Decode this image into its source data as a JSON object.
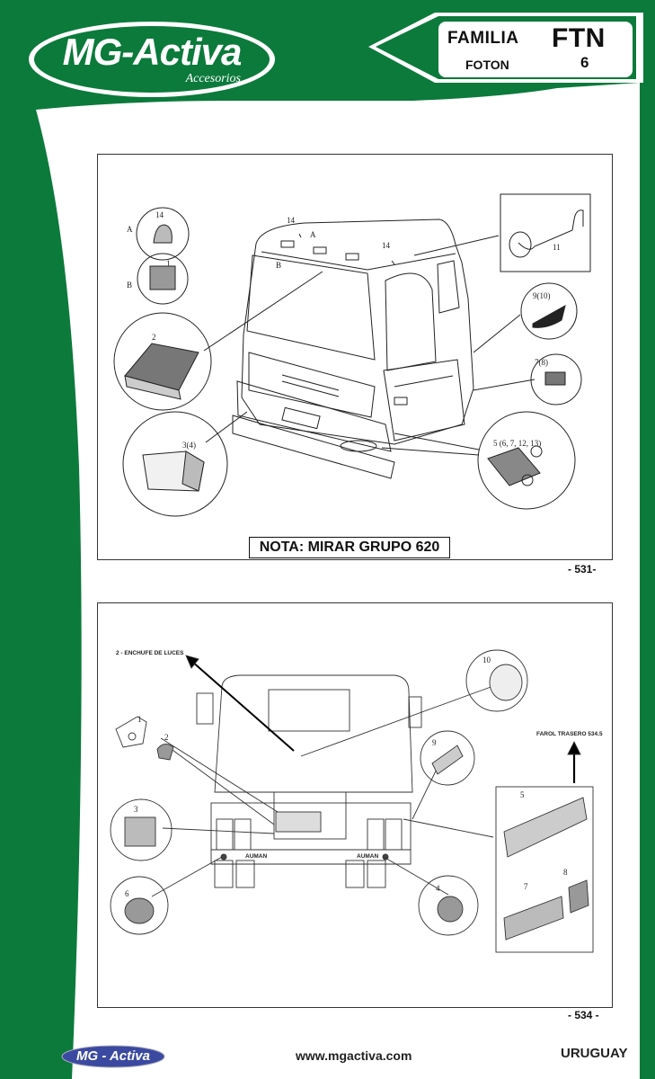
{
  "brand": {
    "logo_text": "MG-Activa",
    "logo_subtext": "Accesorios",
    "green": "#0b7a3b"
  },
  "header": {
    "familia_label": "FAMILIA",
    "brand_label": "FOTON",
    "model_label": "FTN",
    "model_number": "6"
  },
  "diagram_531": {
    "note": "NOTA: MIRAR GRUPO 620",
    "page_label": "- 531-",
    "callouts": [
      "14",
      "A",
      "1",
      "B",
      "2",
      "3(4)",
      "14",
      "A",
      "B",
      "14",
      "11",
      "9(10)",
      "7(8)",
      "5 (6, 7, 12, 13)"
    ]
  },
  "diagram_534": {
    "page_label": "- 534 -",
    "enchufe_label": "2 - ENCHUFE DE LUCES",
    "farol_label": "FAROL TRASERO 534.5",
    "callouts": [
      "1",
      "2",
      "3",
      "4",
      "5",
      "6",
      "7",
      "8",
      "9",
      "10"
    ],
    "bumper_text": "AUMAN"
  },
  "footer": {
    "logo_text": "MG - Activa",
    "website": "www.mgactiva.com",
    "country": "URUGUAY"
  }
}
